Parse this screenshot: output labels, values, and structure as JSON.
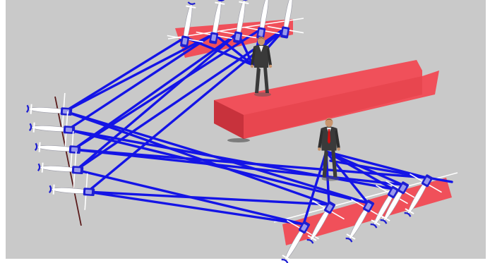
{
  "scene": {
    "colors": {
      "background": "#c9c9c9",
      "frame": "#ffffff",
      "wall": "#f0505a",
      "wall_shade": "#c8323c",
      "link": "#1414e6",
      "aircraft_body": "#ffffff",
      "aircraft_accent": "#1e1ed2",
      "suit": "#3a3a3a",
      "tie": "#cc1010",
      "skin": "#c8956e"
    },
    "wall_panels": [
      {
        "name": "top-wall-panel",
        "shape": "slanted-plate"
      },
      {
        "name": "center-wall-box",
        "shape": "open-box"
      },
      {
        "name": "bottom-wall-panel",
        "shape": "slanted-plate"
      }
    ],
    "aircraft_groups": [
      {
        "name": "top-row-aircraft",
        "count": 5,
        "orientation": "nose-up"
      },
      {
        "name": "left-column-aircraft",
        "count": 5,
        "orientation": "nose-left"
      },
      {
        "name": "bottom-row-aircraft",
        "count": 6,
        "orientation": "nose-down"
      }
    ],
    "figures": [
      {
        "name": "person-top",
        "tie": false
      },
      {
        "name": "person-right",
        "tie": true
      }
    ],
    "connection_count": 27
  }
}
